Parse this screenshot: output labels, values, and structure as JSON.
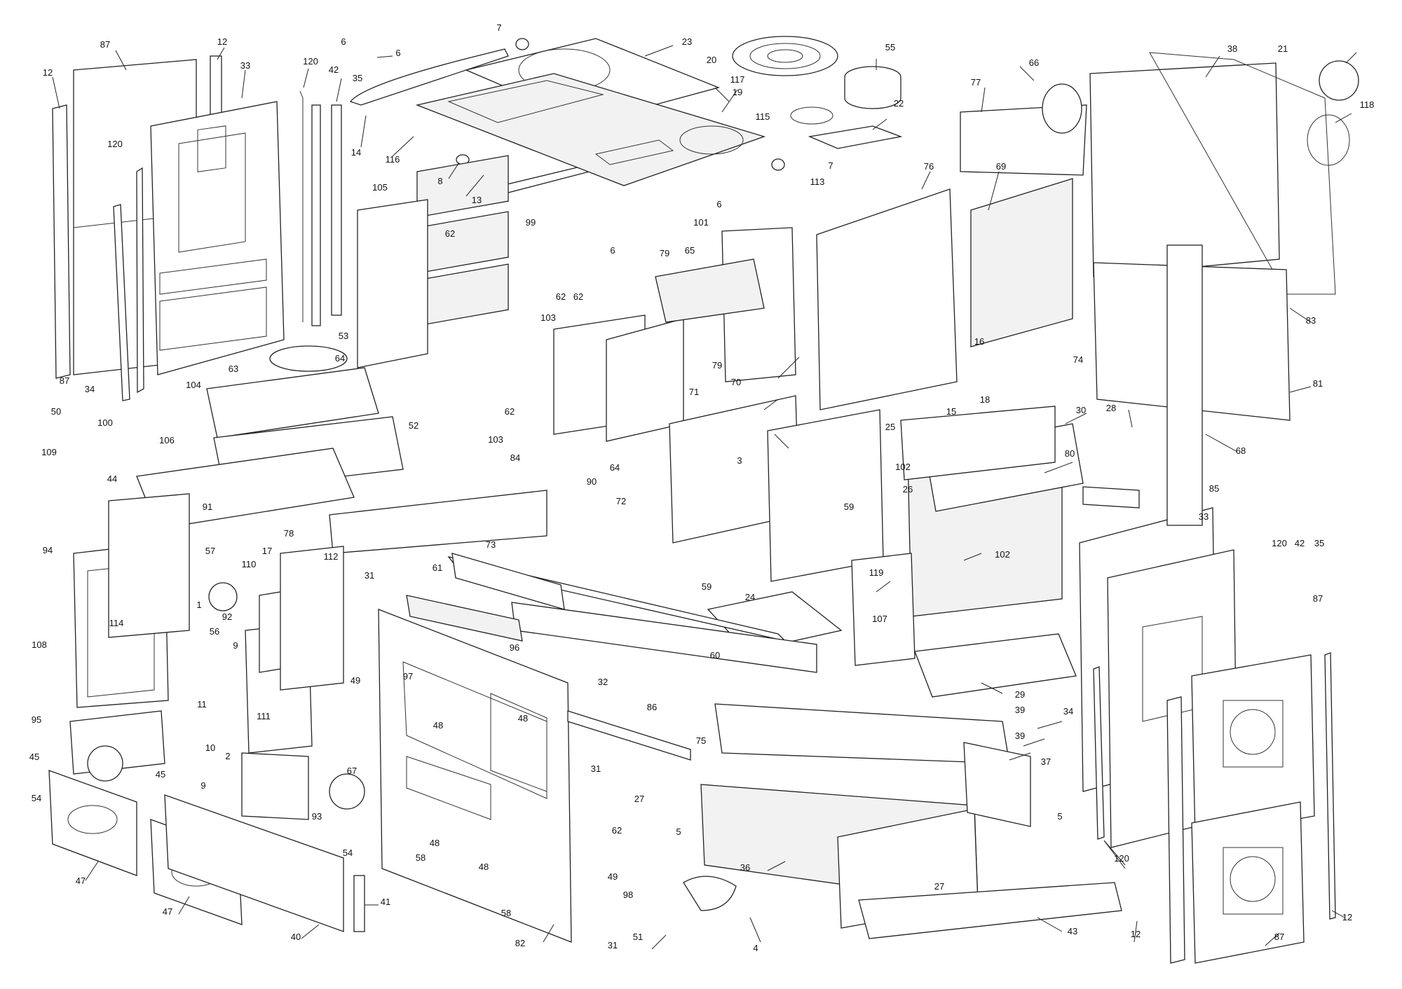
{
  "diagram": {
    "type": "exploded-parts-view",
    "callouts": [
      {
        "id": "c87a",
        "label": "87"
      },
      {
        "id": "c12a",
        "label": "12"
      },
      {
        "id": "c33a",
        "label": "33"
      },
      {
        "id": "c12b",
        "label": "12"
      },
      {
        "id": "c120a",
        "label": "120"
      },
      {
        "id": "c42a",
        "label": "42"
      },
      {
        "id": "c6a",
        "label": "6"
      },
      {
        "id": "c35a",
        "label": "35"
      },
      {
        "id": "c6b",
        "label": "6"
      },
      {
        "id": "c7a",
        "label": "7"
      },
      {
        "id": "c23",
        "label": "23"
      },
      {
        "id": "c20",
        "label": "20"
      },
      {
        "id": "c55",
        "label": "55"
      },
      {
        "id": "c66",
        "label": "66"
      },
      {
        "id": "c38",
        "label": "38"
      },
      {
        "id": "c21",
        "label": "21"
      },
      {
        "id": "c118",
        "label": "118"
      },
      {
        "id": "c117",
        "label": "117"
      },
      {
        "id": "c19",
        "label": "19"
      },
      {
        "id": "c115",
        "label": "115"
      },
      {
        "id": "c77",
        "label": "77"
      },
      {
        "id": "c14",
        "label": "14"
      },
      {
        "id": "c116",
        "label": "116"
      },
      {
        "id": "c8",
        "label": "8"
      },
      {
        "id": "c7b",
        "label": "7"
      },
      {
        "id": "c22",
        "label": "22"
      },
      {
        "id": "c120b",
        "label": "120"
      },
      {
        "id": "c13",
        "label": "13"
      },
      {
        "id": "c6c",
        "label": "6"
      },
      {
        "id": "c113",
        "label": "113"
      },
      {
        "id": "c76",
        "label": "76"
      },
      {
        "id": "c69",
        "label": "69"
      },
      {
        "id": "c105",
        "label": "105"
      },
      {
        "id": "c99",
        "label": "99"
      },
      {
        "id": "c6d",
        "label": "6"
      },
      {
        "id": "c62a",
        "label": "62"
      },
      {
        "id": "c101",
        "label": "101"
      },
      {
        "id": "c79a",
        "label": "79"
      },
      {
        "id": "c65",
        "label": "65"
      },
      {
        "id": "c62b",
        "label": "62"
      },
      {
        "id": "c62c",
        "label": "62"
      },
      {
        "id": "c83",
        "label": "83"
      },
      {
        "id": "c53",
        "label": "53"
      },
      {
        "id": "c103a",
        "label": "103"
      },
      {
        "id": "c79b",
        "label": "79"
      },
      {
        "id": "c16",
        "label": "16"
      },
      {
        "id": "c74",
        "label": "74"
      },
      {
        "id": "c87b",
        "label": "87"
      },
      {
        "id": "c34a",
        "label": "34"
      },
      {
        "id": "c63",
        "label": "63"
      },
      {
        "id": "c64a",
        "label": "64"
      },
      {
        "id": "c71",
        "label": "71"
      },
      {
        "id": "c81",
        "label": "81"
      },
      {
        "id": "c18",
        "label": "18"
      },
      {
        "id": "c104",
        "label": "104"
      },
      {
        "id": "c62d",
        "label": "62"
      },
      {
        "id": "c70",
        "label": "70"
      },
      {
        "id": "c15",
        "label": "15"
      },
      {
        "id": "c28",
        "label": "28"
      },
      {
        "id": "c50",
        "label": "50"
      },
      {
        "id": "c100",
        "label": "100"
      },
      {
        "id": "c106",
        "label": "106"
      },
      {
        "id": "c52",
        "label": "52"
      },
      {
        "id": "c103b",
        "label": "103"
      },
      {
        "id": "c25",
        "label": "25"
      },
      {
        "id": "c30",
        "label": "30"
      },
      {
        "id": "c68",
        "label": "68"
      },
      {
        "id": "c109",
        "label": "109"
      },
      {
        "id": "c3",
        "label": "3"
      },
      {
        "id": "c84",
        "label": "84"
      },
      {
        "id": "c64b",
        "label": "64"
      },
      {
        "id": "c80",
        "label": "80"
      },
      {
        "id": "c44",
        "label": "44"
      },
      {
        "id": "c102a",
        "label": "102"
      },
      {
        "id": "c26",
        "label": "26"
      },
      {
        "id": "c85",
        "label": "85"
      },
      {
        "id": "c90",
        "label": "90"
      },
      {
        "id": "c91",
        "label": "91"
      },
      {
        "id": "c78",
        "label": "78"
      },
      {
        "id": "c72",
        "label": "72"
      },
      {
        "id": "c59a",
        "label": "59"
      },
      {
        "id": "c102b",
        "label": "102"
      },
      {
        "id": "c33b",
        "label": "33"
      },
      {
        "id": "c57",
        "label": "57"
      },
      {
        "id": "c94",
        "label": "94"
      },
      {
        "id": "c17",
        "label": "17"
      },
      {
        "id": "c112",
        "label": "112"
      },
      {
        "id": "c73",
        "label": "73"
      },
      {
        "id": "c120c",
        "label": "120"
      },
      {
        "id": "c42b",
        "label": "42"
      },
      {
        "id": "c35b",
        "label": "35"
      },
      {
        "id": "c110",
        "label": "110"
      },
      {
        "id": "c31a",
        "label": "31"
      },
      {
        "id": "c61",
        "label": "61"
      },
      {
        "id": "c119",
        "label": "119"
      },
      {
        "id": "c1",
        "label": "1"
      },
      {
        "id": "c92",
        "label": "92"
      },
      {
        "id": "c59b",
        "label": "59"
      },
      {
        "id": "c24",
        "label": "24"
      },
      {
        "id": "c87c",
        "label": "87"
      },
      {
        "id": "c114",
        "label": "114"
      },
      {
        "id": "c56",
        "label": "56"
      },
      {
        "id": "c107",
        "label": "107"
      },
      {
        "id": "c108",
        "label": "108"
      },
      {
        "id": "c9a",
        "label": "9"
      },
      {
        "id": "c96",
        "label": "96"
      },
      {
        "id": "c60",
        "label": "60"
      },
      {
        "id": "c49a",
        "label": "49"
      },
      {
        "id": "c97",
        "label": "97"
      },
      {
        "id": "c32",
        "label": "32"
      },
      {
        "id": "c29",
        "label": "29"
      },
      {
        "id": "c11",
        "label": "11"
      },
      {
        "id": "c111",
        "label": "111"
      },
      {
        "id": "c95",
        "label": "95"
      },
      {
        "id": "c48a",
        "label": "48"
      },
      {
        "id": "c48b",
        "label": "48"
      },
      {
        "id": "c86",
        "label": "86"
      },
      {
        "id": "c34b",
        "label": "34"
      },
      {
        "id": "c39a",
        "label": "39"
      },
      {
        "id": "c10",
        "label": "10"
      },
      {
        "id": "c75",
        "label": "75"
      },
      {
        "id": "c39b",
        "label": "39"
      },
      {
        "id": "c2",
        "label": "2"
      },
      {
        "id": "c45a",
        "label": "45"
      },
      {
        "id": "c45b",
        "label": "45"
      },
      {
        "id": "c31b",
        "label": "31"
      },
      {
        "id": "c37",
        "label": "37"
      },
      {
        "id": "c67",
        "label": "67"
      },
      {
        "id": "c54a",
        "label": "54"
      },
      {
        "id": "c9b",
        "label": "9"
      },
      {
        "id": "c27a",
        "label": "27"
      },
      {
        "id": "c93",
        "label": "93"
      },
      {
        "id": "c5a",
        "label": "5"
      },
      {
        "id": "c54b",
        "label": "54"
      },
      {
        "id": "c62e",
        "label": "62"
      },
      {
        "id": "c5b",
        "label": "5"
      },
      {
        "id": "c48c",
        "label": "48"
      },
      {
        "id": "c36",
        "label": "36"
      },
      {
        "id": "c58a",
        "label": "58"
      },
      {
        "id": "c48d",
        "label": "48"
      },
      {
        "id": "c49b",
        "label": "49"
      },
      {
        "id": "c98",
        "label": "98"
      },
      {
        "id": "c120d",
        "label": "120"
      },
      {
        "id": "c27b",
        "label": "27"
      },
      {
        "id": "c47a",
        "label": "47"
      },
      {
        "id": "c47b",
        "label": "47"
      },
      {
        "id": "c41",
        "label": "41"
      },
      {
        "id": "c58b",
        "label": "58"
      },
      {
        "id": "c40",
        "label": "40"
      },
      {
        "id": "c82",
        "label": "82"
      },
      {
        "id": "c31c",
        "label": "31"
      },
      {
        "id": "c51",
        "label": "51"
      },
      {
        "id": "c4",
        "label": "4"
      },
      {
        "id": "c43",
        "label": "43"
      },
      {
        "id": "c12c",
        "label": "12"
      },
      {
        "id": "c87d",
        "label": "87"
      },
      {
        "id": "c12d",
        "label": "12"
      }
    ]
  }
}
